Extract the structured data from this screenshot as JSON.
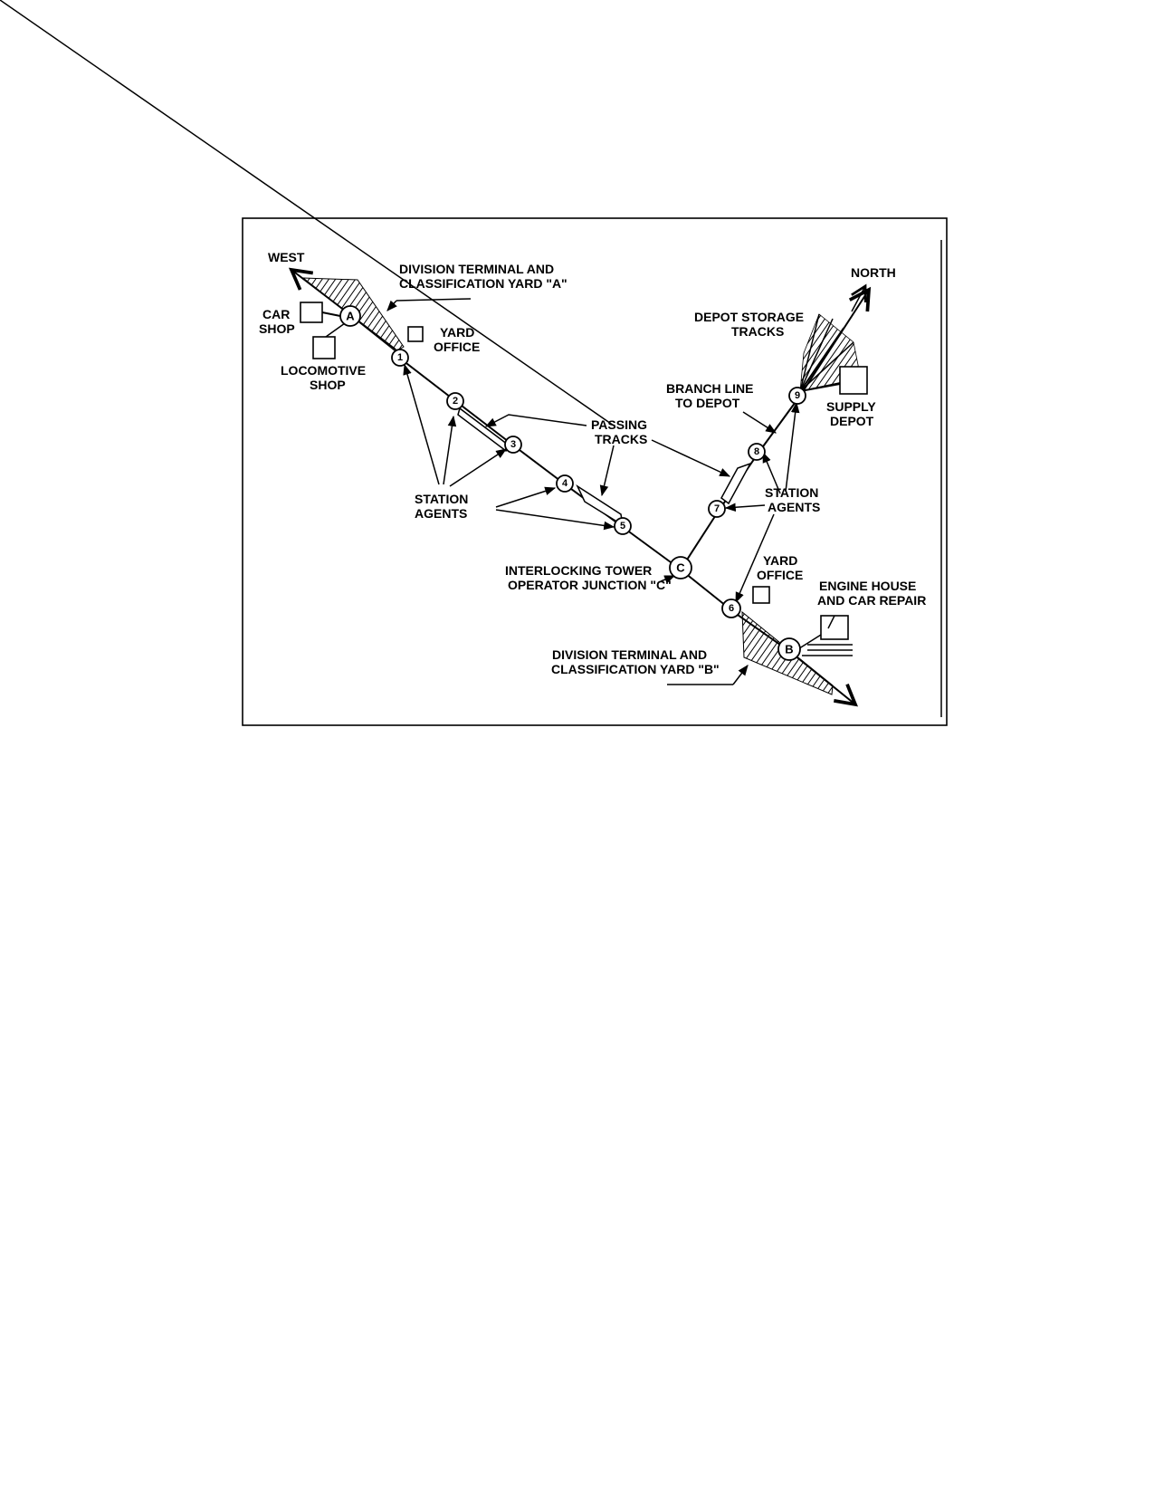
{
  "diagram": {
    "labels": {
      "west": "WEST",
      "north": "NORTH",
      "terminal_a_1": "DIVISION TERMINAL AND",
      "terminal_a_2": "CLASSIFICATION YARD \"A\"",
      "car_shop_1": "CAR",
      "car_shop_2": "SHOP",
      "loco_shop_1": "LOCOMOTIVE",
      "loco_shop_2": "SHOP",
      "yard_office_a_1": "YARD",
      "yard_office_a_2": "OFFICE",
      "station_agents_left_1": "STATION",
      "station_agents_left_2": "AGENTS",
      "passing_tracks_1": "PASSING",
      "passing_tracks_2": "TRACKS",
      "depot_storage_1": "DEPOT STORAGE",
      "depot_storage_2": "TRACKS",
      "branch_line_1": "BRANCH LINE",
      "branch_line_2": "TO DEPOT",
      "supply_depot_1": "SUPPLY",
      "supply_depot_2": "DEPOT",
      "station_agents_right_1": "STATION",
      "station_agents_right_2": "AGENTS",
      "interlocking_1": "INTERLOCKING TOWER",
      "interlocking_2": "OPERATOR JUNCTION \"C\"",
      "yard_office_b_1": "YARD",
      "yard_office_b_2": "OFFICE",
      "engine_house_1": "ENGINE HOUSE",
      "engine_house_2": "AND CAR REPAIR",
      "terminal_b_1": "DIVISION TERMINAL AND",
      "terminal_b_2": "CLASSIFICATION YARD \"B\""
    },
    "nodes": {
      "A": "A",
      "B": "B",
      "C": "C",
      "n1": "1",
      "n2": "2",
      "n3": "3",
      "n4": "4",
      "n5": "5",
      "n6": "6",
      "n7": "7",
      "n8": "8",
      "n9": "9"
    }
  }
}
